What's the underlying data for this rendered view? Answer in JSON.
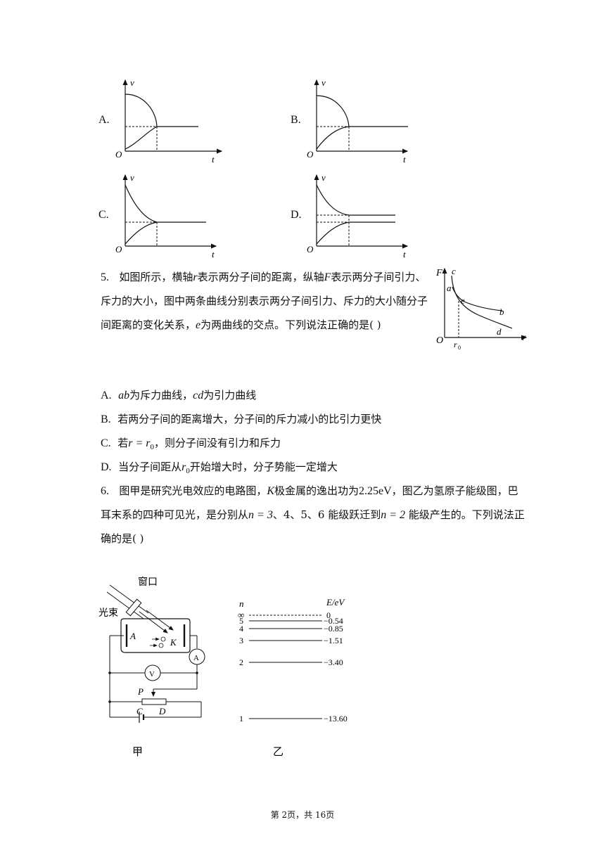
{
  "q4": {
    "options": [
      {
        "label": "A.",
        "axis_y": "v",
        "axis_x": "t",
        "origin": "O"
      },
      {
        "label": "B.",
        "axis_y": "v",
        "axis_x": "t",
        "origin": "O"
      },
      {
        "label": "C.",
        "axis_y": "v",
        "axis_x": "t",
        "origin": "O"
      },
      {
        "label": "D.",
        "axis_y": "v",
        "axis_x": "t",
        "origin": "O"
      }
    ]
  },
  "q5": {
    "number": "5.",
    "stem_l1_a": "如图所示，横轴",
    "stem_l1_r": "r",
    "stem_l1_b": "表示两分子间的距离，纵轴",
    "stem_l1_F": "F",
    "stem_l1_c": "表示两分子间引力、",
    "stem_l2": "斥力的大小，图中两条曲线分别表示两分子间引力、斥力的大小随分子",
    "stem_l3_a": "间距离的变化关系，",
    "stem_l3_e": "e",
    "stem_l3_b": "为两曲线的交点。下列说法正确的是(    )",
    "figure": {
      "F": "F",
      "r": "r",
      "O": "O",
      "a": "a",
      "b": "b",
      "c": "c",
      "d": "d",
      "e": "e",
      "r0": "r",
      "r0_sub": "0"
    },
    "options": {
      "A_label": "A.",
      "A_ab": "ab",
      "A_t1": "为斥力曲线，",
      "A_cd": "cd",
      "A_t2": "为引力曲线",
      "B_label": "B.",
      "B_text": "若两分子间的距离增大，分子间的斥力减小的比引力更快",
      "C_label": "C.",
      "C_t1": "若",
      "C_math": "r = r",
      "C_sub": "0",
      "C_t2": "，则分子间没有引力和斥力",
      "D_label": "D.",
      "D_t1": "当分子间距从",
      "D_math": "r",
      "D_sub": "0",
      "D_t2": "开始增大时，分子势能一定增大"
    }
  },
  "q6": {
    "number": "6.",
    "l1_a": "图甲是研究光电效应的电路图，",
    "l1_K": "K",
    "l1_b": "极金属的逸出功为",
    "l1_W": "2.25eV",
    "l1_c": "，图乙为氢原子能级图，巴",
    "l2_a": "耳末系的四种可见光，是分别从",
    "l2_n1": "n = 3",
    "l2_b": "、4、5、6 能级跃迁到",
    "l2_n2": "n = 2",
    "l2_c": " 能级产生的。下列说法正",
    "l3": "确的是(    )",
    "circuit": {
      "window": "窗口",
      "beam": "光束",
      "A": "A",
      "K": "K",
      "ammeter": "A",
      "voltmeter": "V",
      "P": "P",
      "C": "C",
      "D": "D",
      "caption": "甲"
    },
    "levels": {
      "n_header": "n",
      "E_header": "E/eV",
      "caption": "乙",
      "rows": [
        {
          "n": "∞",
          "E": "0"
        },
        {
          "n": "5",
          "E": "−0.54"
        },
        {
          "n": "4",
          "E": "−0.85"
        },
        {
          "n": "3",
          "E": "−1.51"
        },
        {
          "n": "2",
          "E": "−3.40"
        },
        {
          "n": "1",
          "E": "−13.60"
        }
      ]
    }
  },
  "footer": "第 2页，共 16页"
}
